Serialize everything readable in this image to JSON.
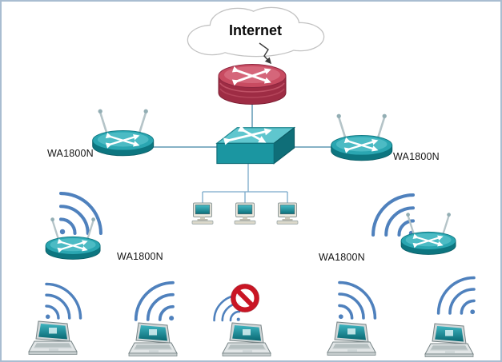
{
  "diagram": {
    "internet_label": "Internet",
    "access_point_labels": {
      "top_left": "WA1800N",
      "top_right": "WA1800N",
      "bottom_left": "WA1800N",
      "bottom_right": "WA1800N"
    },
    "device_counts": {
      "clouds": 1,
      "routers": 1,
      "switches": 1,
      "access_points": 4,
      "desktops": 3,
      "laptops": 5,
      "wifi_signals": 7,
      "blocked_signs": 1
    },
    "icons": [
      "internet-cloud",
      "router-icon",
      "switch-icon",
      "access-point-icon",
      "desktop-icon",
      "laptop-icon",
      "wifi-signal-icon",
      "blocked-icon"
    ],
    "colors": {
      "router_red": "#c84b61",
      "device_teal": "#2aa6b1",
      "wifi_arc_blue": "#4f81bd",
      "prohibited_red": "#c91524",
      "connector_line": "#5f98b4",
      "border": "#a9bdd1",
      "background": "#ffffff"
    }
  }
}
